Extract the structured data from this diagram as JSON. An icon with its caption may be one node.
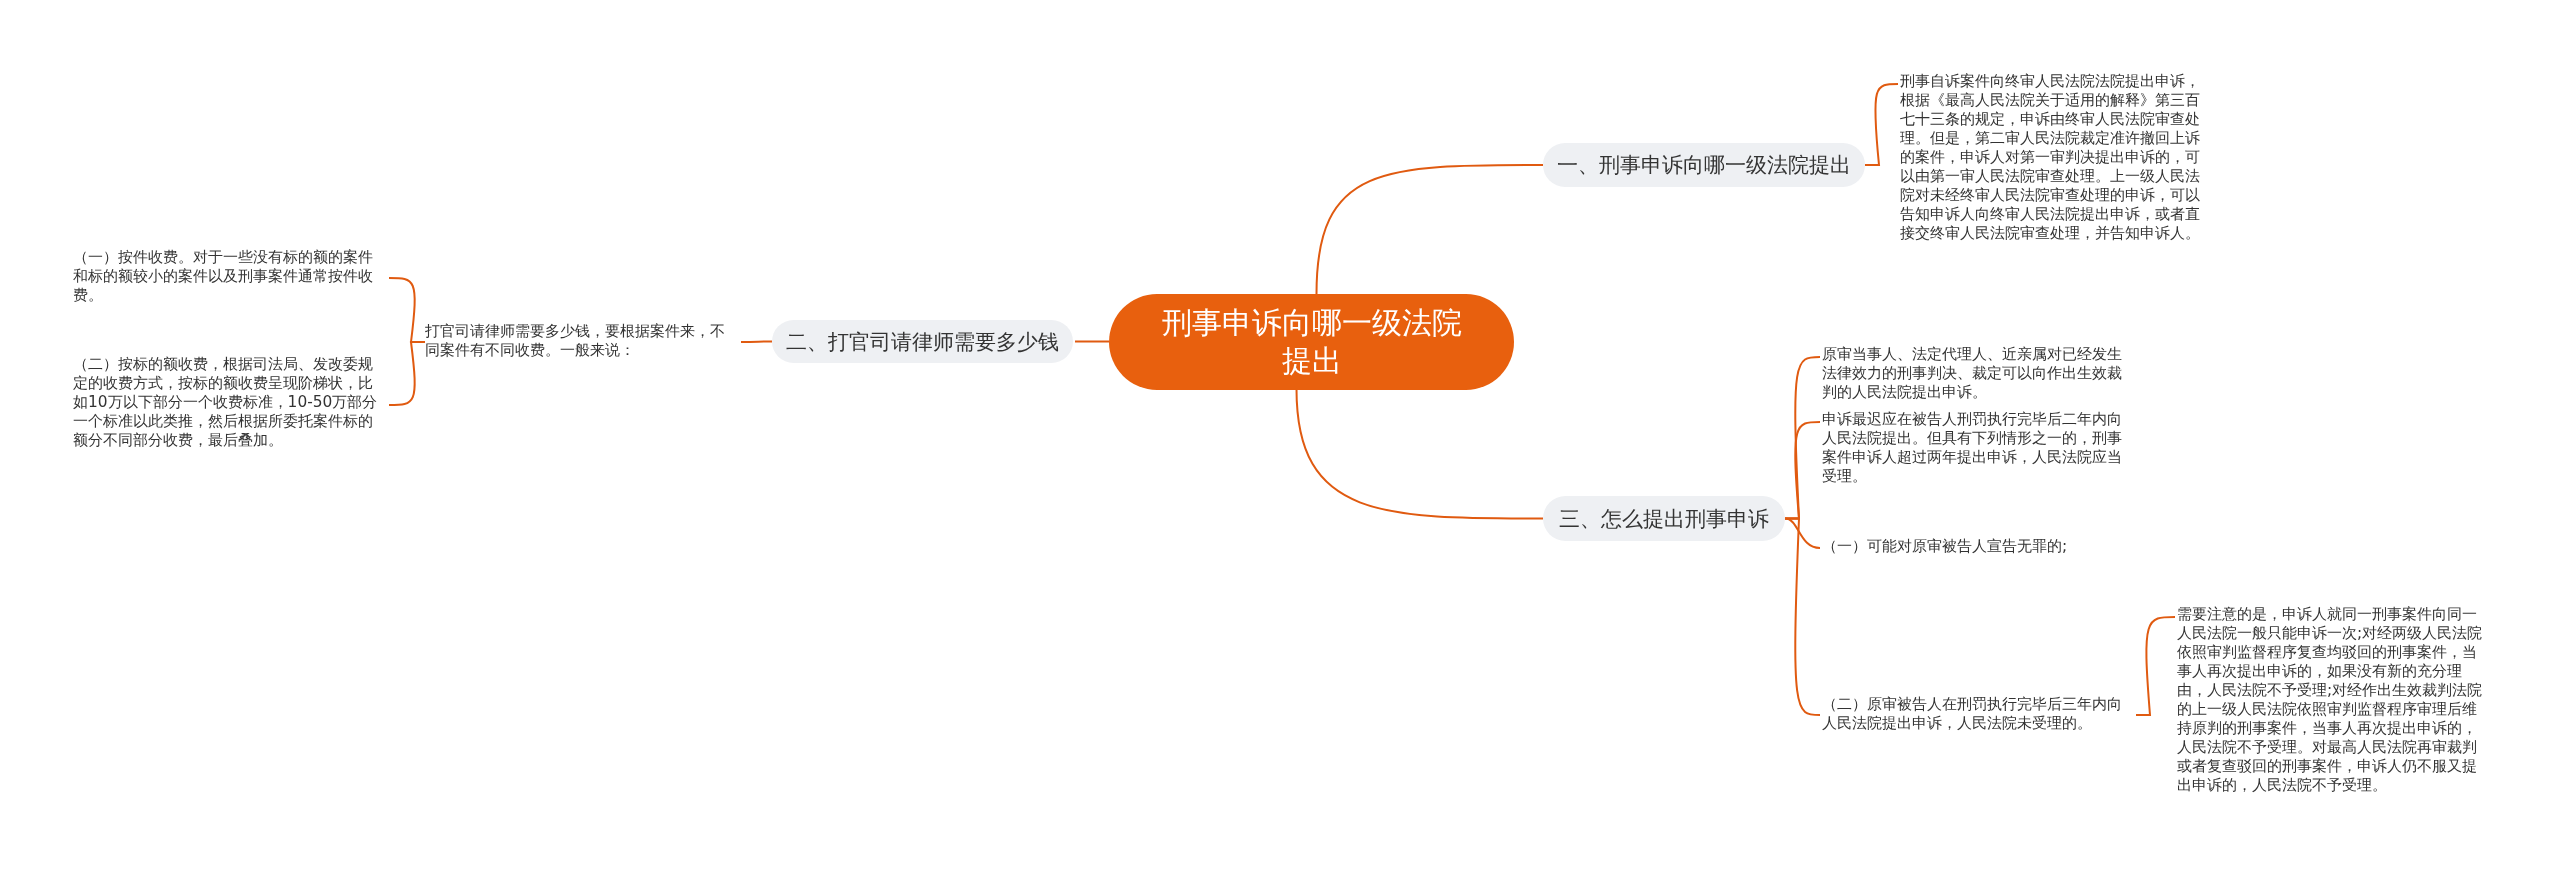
{
  "diagram": {
    "nodes": [
      {
        "text": [
          "刑事申诉向哪一级法院提出"
        ]
      },
      {
        "text": [
          "一、刑事申诉向哪一级法院提出"
        ]
      },
      {
        "text": [
          "刑事自诉案件向终审人民法院法院提出申诉，根据《最高人民法院关于适用的解释》第三百七十三条的规定，申诉由终审人民法院审查处理。但是，第二审人民法院裁定准许撤回上诉的案件，申诉人对第一审判决提出申诉的，可以由第一审人民法院审查处理。上一级人民法院对未经终审人民法院审查处理的申诉，可以告知申诉人向终审人民法院提出申诉，或者直接交终审人民法院审查处理，并告知申诉人。"
        ]
      },
      {
        "text": [
          "二、打官司请律师需要多少钱"
        ]
      },
      {
        "text": [
          "打官司请律师需要多少钱，要根据案件来，不同案件有不同收费。一般来说："
        ]
      },
      {
        "text": [
          "（一）按件收费。对于一些没有标的额的案件和标的额较小的案件以及刑事案件通常按件收费。"
        ]
      },
      {
        "text": [
          "（二）按标的额收费，根据司法局、发改委规定的收费方式，按标的额收费呈现阶梯状，比如10万以下部分一个收费标准，10-50万部分一个标准以此类推，然后根据所委托案件标的额分不同部分收费，最后叠加。"
        ]
      },
      {
        "text": [
          "三、怎么提出刑事申诉"
        ]
      },
      {
        "text": [
          "原审当事人、法定代理人、近亲属对已经发生法律效力的刑事判决、裁定可以向作出生效裁判的人民法院提出申诉。"
        ]
      },
      {
        "text": [
          "申诉最迟应在被告人刑罚执行完毕后二年内向人民法院提出。但具有下列情形之一的，刑事案件申诉人超过两年提出申诉，人民法院应当受理。"
        ]
      },
      {
        "text": [
          "（一）可能对原审被告人宣告无罪的;"
        ]
      },
      {
        "text": [
          "（二）原审被告人在刑罚执行完毕后三年内向人民法院提出申诉，人民法院未受理的。"
        ]
      },
      {
        "text": [
          "需要注意的是，申诉人就同一刑事案件向同一人民法院一般只能申诉一次;对经两级人民法院依照审判监督程序复查均驳回的刑事案件，当事人再次提出申诉的，如果没有新的充分理由，人民法院不予受理;对经作出生效裁判法院的上一级人民法院依照审判监督程序审理后维持原判的刑事案件，当事人再次提出申诉的，人民法院不予受理。对最高人民法院再审裁判或者复查驳回的刑事案件，申诉人仍不服又提出申诉的，人民法院不予受理。"
        ]
      }
    ],
    "edges": [
      {
        "from": 0,
        "to": 1,
        "arrow": "none"
      },
      {
        "from": 1,
        "to": 2,
        "arrow": "none"
      },
      {
        "from": 0,
        "to": 3,
        "arrow": "none"
      },
      {
        "from": 3,
        "to": 4,
        "arrow": "none"
      },
      {
        "from": 4,
        "to": 5,
        "arrow": "none"
      },
      {
        "from": 4,
        "to": 6,
        "arrow": "none"
      },
      {
        "from": 0,
        "to": 7,
        "arrow": "none"
      },
      {
        "from": 7,
        "to": 8,
        "arrow": "none"
      },
      {
        "from": 7,
        "to": 9,
        "arrow": "none"
      },
      {
        "from": 7,
        "to": 10,
        "arrow": "none"
      },
      {
        "from": 7,
        "to": 11,
        "arrow": "none"
      },
      {
        "from": 11,
        "to": 12,
        "arrow": "none"
      }
    ]
  }
}
